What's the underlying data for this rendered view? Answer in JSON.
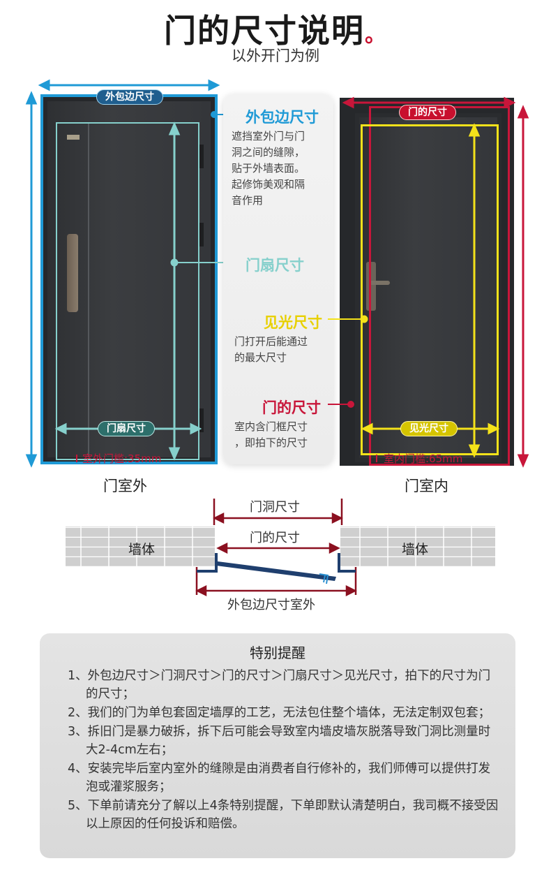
{
  "header": {
    "title": "门的尺寸说明",
    "title_dot": "。",
    "subtitle": "以外开门为例"
  },
  "left_door": {
    "outer_label": "外包边尺寸",
    "leaf_label": "门扇尺寸",
    "sill": "室外门槛:35mm",
    "caption": "门室外"
  },
  "right_door": {
    "door_label": "门的尺寸",
    "light_label": "见光尺寸",
    "sill": "室内门槛:65mm",
    "caption": "门室内"
  },
  "middle": {
    "outer_heading": "外包边尺寸",
    "outer_desc": [
      "遮挡室外门与门",
      "洞之间的缝隙，",
      "贴于外墙表面。",
      "起修饰美观和隔",
      "音作用"
    ],
    "leaf_heading": "门扇尺寸",
    "light_heading": "见光尺寸",
    "light_desc": [
      "门打开后能通过",
      "的最大尺寸"
    ],
    "door_heading": "门的尺寸",
    "door_desc": [
      "室内含门框尺寸",
      "，即拍下的尺寸"
    ]
  },
  "wall_diagram": {
    "opening_label": "门洞尺寸",
    "door_label": "门的尺寸",
    "wall_left": "墙体",
    "wall_right": "墙体",
    "outer_label": "外包边尺寸室外"
  },
  "notice": {
    "title": "特别提醒",
    "items": [
      "1、外包边尺寸＞门洞尺寸＞门的尺寸＞门扇尺寸＞见光尺寸，拍下的尺寸为门的尺寸；",
      "2、我们的门为单包套固定墙厚的工艺，无法包住整个墙体，无法定制双包套；",
      "3、拆旧门是暴力破拆，拆下后可能会导致室内墙皮墙灰脱落导致门洞比测量时大2-4cm左右；",
      "4、安装完毕后室内室外的缝隙是由消费者自行修补的，我们师傅可以提供打发泡或灌浆服务；",
      "5、下单前请充分了解以上4条特别提醒，下单即默认清楚明白，我司概不接受因以上原因的任何投诉和赔偿。"
    ]
  },
  "colors": {
    "blue": "#1f9ad6",
    "teal": "#86d0cc",
    "red": "#c8163a",
    "yellow": "#f4e21a",
    "navy": "#1f3f6e"
  }
}
